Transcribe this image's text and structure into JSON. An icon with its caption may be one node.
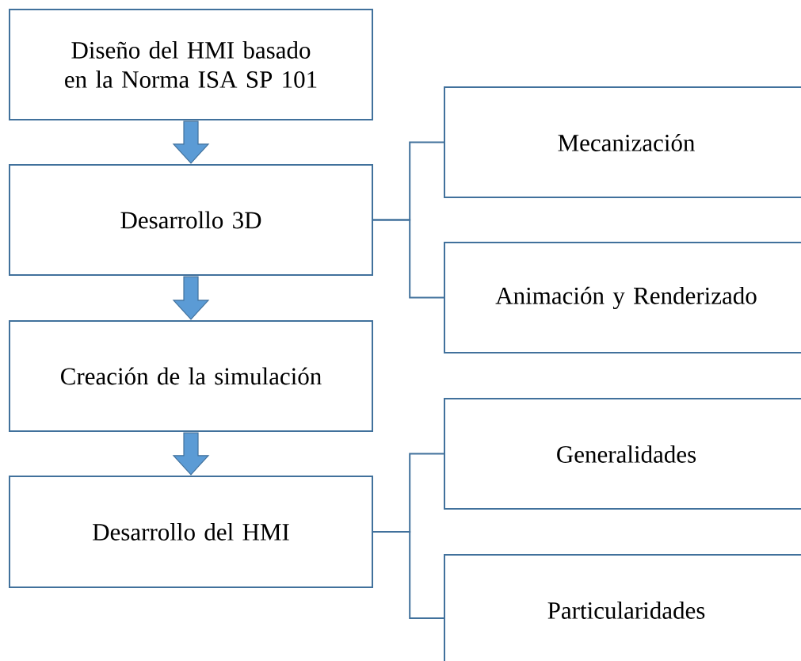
{
  "diagram": {
    "nodes": [
      {
        "text": [
          "Diseño del HMI basado en la Norma ISA SP 101"
        ]
      },
      {
        "text": [
          "Desarrollo 3D"
        ]
      },
      {
        "text": [
          "Mecanización"
        ]
      },
      {
        "text": [
          "Animación y Renderizado"
        ]
      },
      {
        "text": [
          "Creación de la simulación"
        ]
      },
      {
        "text": [
          "Desarrollo del HMI"
        ]
      },
      {
        "text": [
          "Generalidades"
        ]
      },
      {
        "text": [
          "Particularidades"
        ]
      }
    ],
    "edges": [
      {
        "from": 0,
        "to": 1,
        "arrow": "to",
        "style": "thick"
      },
      {
        "from": 1,
        "to": 4,
        "arrow": "to",
        "style": "thick"
      },
      {
        "from": 4,
        "to": 5,
        "arrow": "to",
        "style": "thick"
      },
      {
        "from": 1,
        "to": 2,
        "arrow": "none"
      },
      {
        "from": 1,
        "to": 3,
        "arrow": "none"
      },
      {
        "from": 5,
        "to": 6,
        "arrow": "none"
      },
      {
        "from": 5,
        "to": 7,
        "arrow": "none"
      }
    ]
  }
}
